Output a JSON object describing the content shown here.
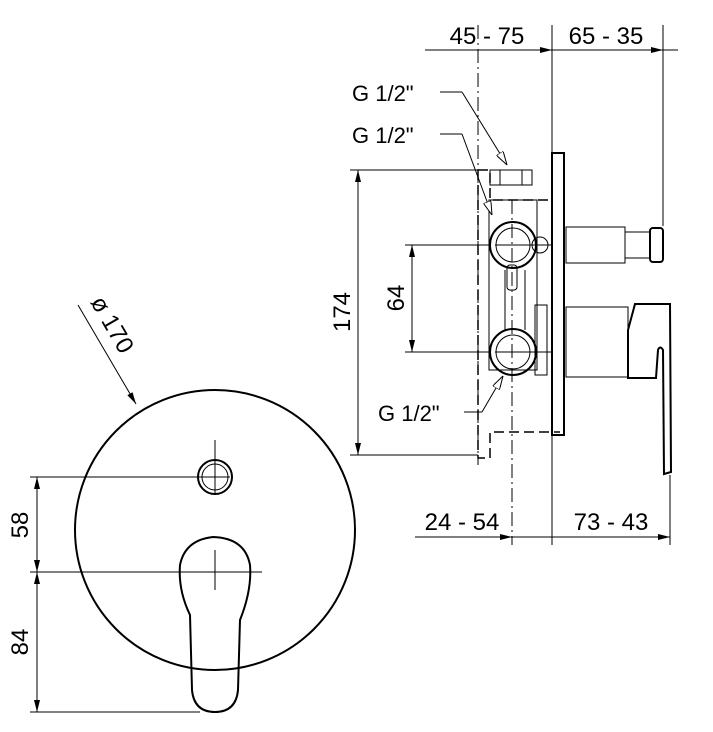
{
  "drawing": {
    "top_dims": {
      "left": "45 - 75",
      "right": "65 - 35"
    },
    "bottom_dims": {
      "left": "24 - 54",
      "right": "73 - 43"
    },
    "thread_labels": [
      "G 1/2\"",
      "G 1/2\"",
      "G 1/2\""
    ],
    "height_dim": "174",
    "pipe_spacing_dim": "64",
    "plate_diameter": "ø 170",
    "front_dims": {
      "upper": "58",
      "lower": "84"
    }
  }
}
